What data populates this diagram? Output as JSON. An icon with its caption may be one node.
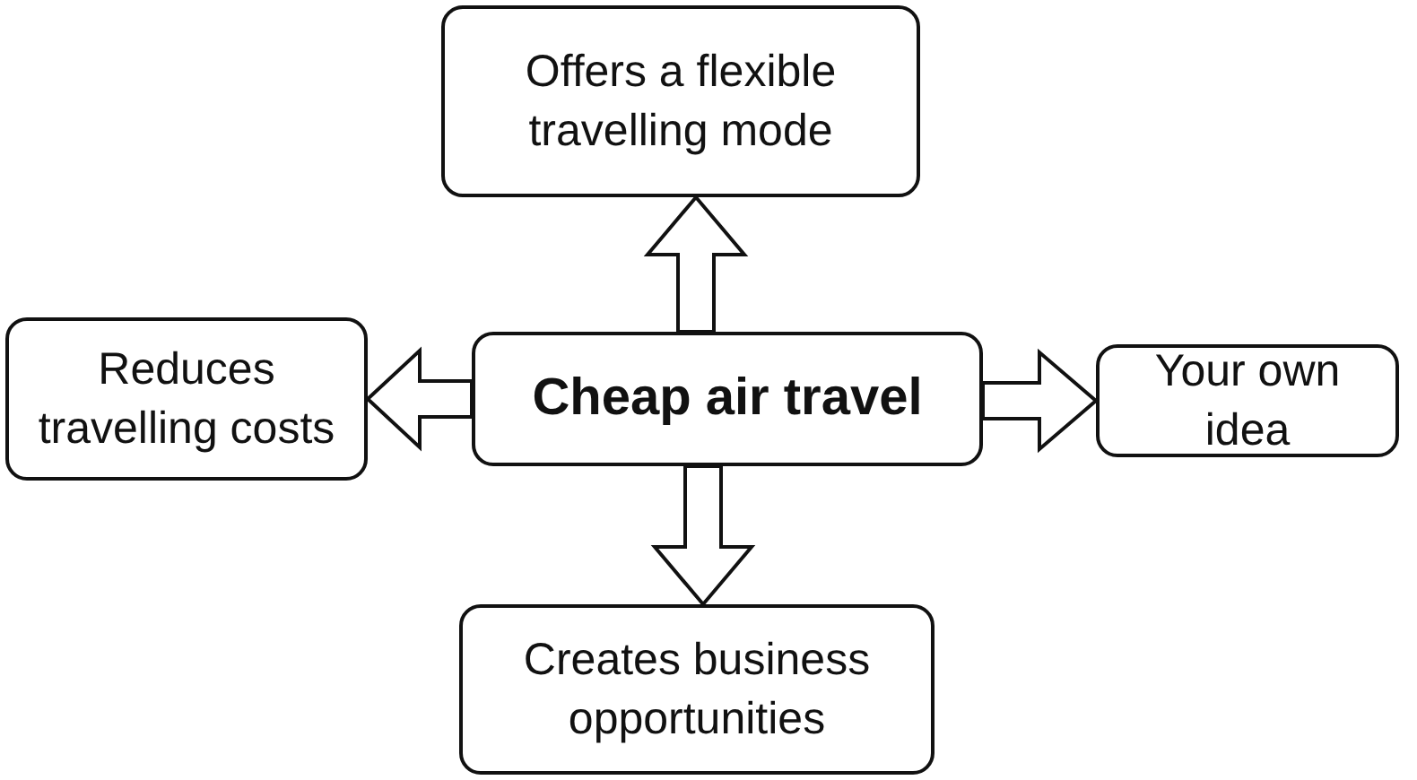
{
  "diagram": {
    "nodes": [
      {
        "text": [
          "Cheap air travel"
        ]
      },
      {
        "text": [
          "Offers a flexible travelling mode"
        ]
      },
      {
        "text": [
          "Reduces travelling costs"
        ]
      },
      {
        "text": [
          "Your own idea"
        ]
      },
      {
        "text": [
          "Creates business opportunities"
        ]
      }
    ],
    "edges": [
      {
        "from": 0,
        "to": 1,
        "arrow": "to"
      },
      {
        "from": 0,
        "to": 2,
        "arrow": "to"
      },
      {
        "from": 0,
        "to": 3,
        "arrow": "to"
      },
      {
        "from": 0,
        "to": 4,
        "arrow": "to"
      }
    ]
  }
}
